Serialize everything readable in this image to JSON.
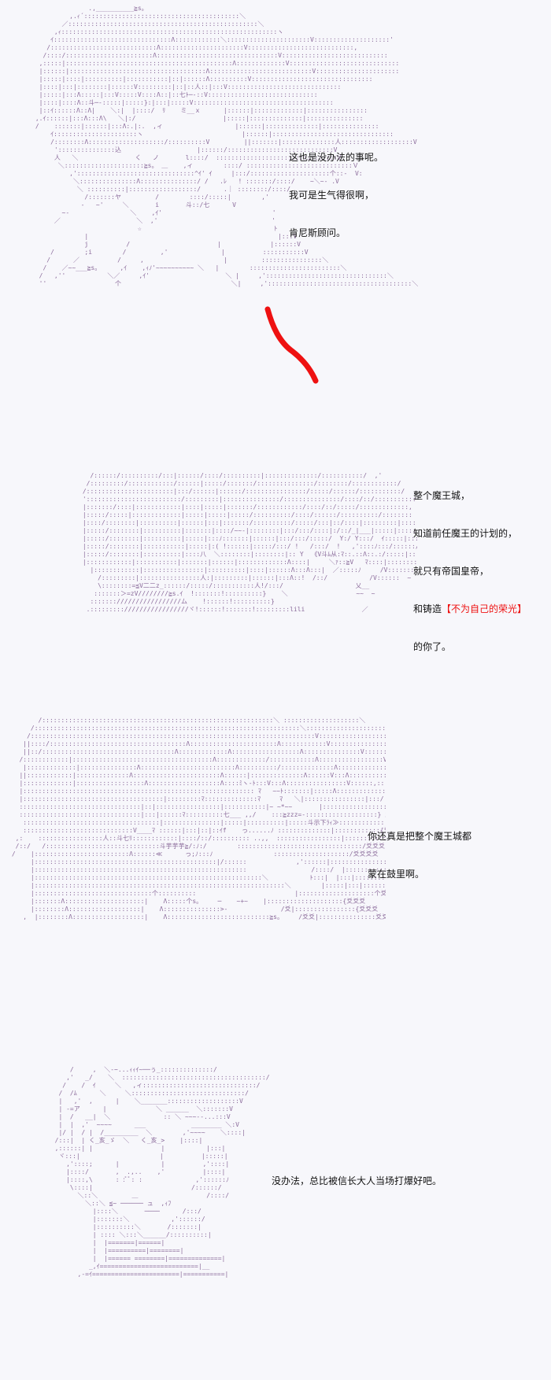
{
  "panels": [
    {
      "dialog": [
        "这也是没办法的事呢。",
        "我可是生气得很啊，",
        "肯尼斯顾问。"
      ]
    },
    {
      "dialog": [
        "整个魔王城，",
        "知道前任魔王的计划的，",
        "就只有帝国皇帝，"
      ],
      "line4_prefix": "和铸造",
      "line4_highlight": "【不为自己的荣光】",
      "line5": "的你了。"
    },
    {
      "dialog": [
        "你还真是把整个魔王城都",
        "蒙在鼓里啊。"
      ],
      "sfx": [
        "斗七",
        "斗玩下ﾗ",
        "斗芋芋芋"
      ]
    },
    {
      "dialog": [
        "没办法，总比被信长大人当场打爆好吧。"
      ]
    }
  ],
  "colors": {
    "art": "#8a6a9a",
    "text": "#111111",
    "highlight": "#ee1111",
    "stroke": "#ee1111",
    "bg": "#f7f7fb"
  }
}
